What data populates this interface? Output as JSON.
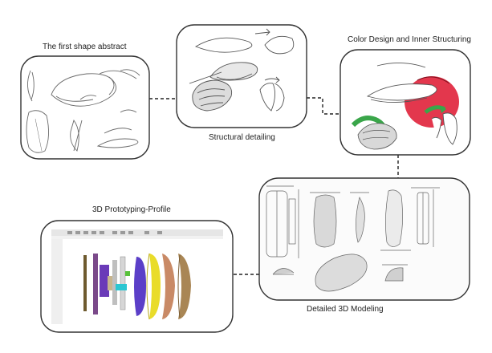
{
  "stages": {
    "shape_abstract": "The first shape abstract",
    "structural_detailing": "Structural detailing",
    "color_design": "Color Design and Inner Structuring",
    "prototyping_profile": "3D Prototyping-Profile",
    "detailed_modeling": "Detailed 3D Modeling"
  },
  "colors": {
    "frame_stroke": "#333333",
    "connector": "#222222",
    "accent_red": "#e0213a",
    "accent_green": "#3aa64a",
    "cad_purple": "#5b3fc8",
    "cad_yellow": "#e9dc2a",
    "cad_wood": "#c98a66",
    "cad_bronze": "#a98655",
    "cad_cyan": "#2bc6d2"
  }
}
